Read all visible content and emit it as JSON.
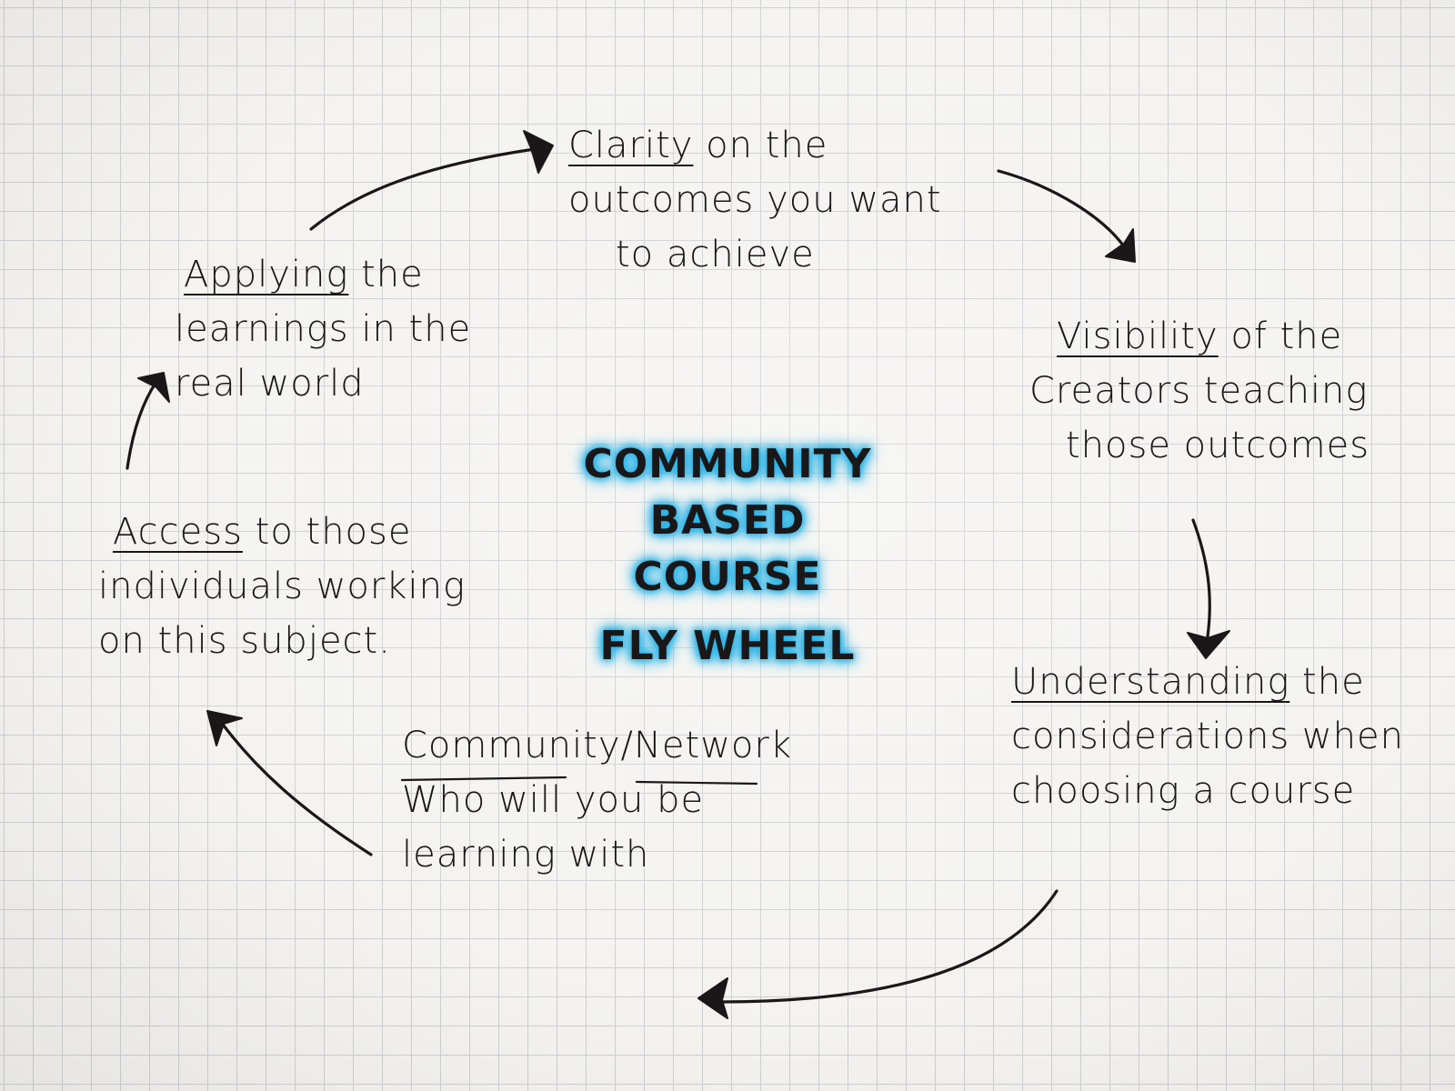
{
  "center_title": {
    "lines": [
      "COMMUNITY",
      "BASED",
      "COURSE",
      "FLY WHEEL"
    ]
  },
  "nodes": {
    "clarity": {
      "keyword": "Clarity",
      "line1_rest": " on the",
      "line2": "outcomes you want",
      "line3": "to achieve"
    },
    "visibility": {
      "keyword": "Visibility",
      "line1_rest": " of the",
      "line2": "Creators teaching",
      "line3": "those outcomes"
    },
    "understanding": {
      "keyword": "Understanding",
      "line1_rest": " the",
      "line2": "considerations when",
      "line3": "choosing a course"
    },
    "community": {
      "keyword": "Community",
      "separator": "/",
      "keyword2": "Network",
      "line2": "Who will you be",
      "line3": "learning with"
    },
    "access": {
      "keyword": "Access",
      "line1_rest": " to those",
      "line2": "individuals working",
      "line3": "on this subject."
    },
    "applying": {
      "keyword": "Applying",
      "line1_rest": " the",
      "line2": "learnings in the",
      "line3": "real world"
    }
  },
  "colors": {
    "paper": "#f4f3f0",
    "grid": "#cfd0d3",
    "ink": "#1b1617",
    "highlight": "#29b3e6"
  }
}
